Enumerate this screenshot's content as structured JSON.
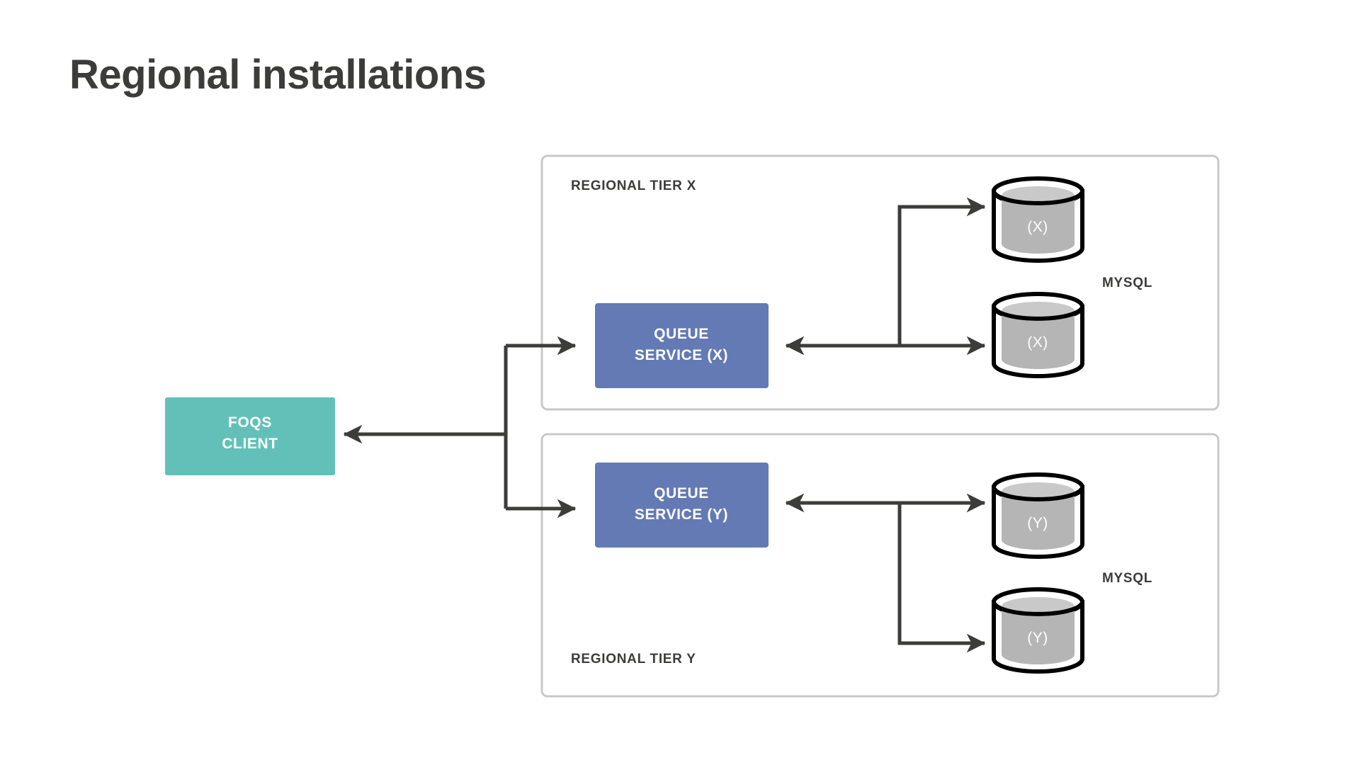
{
  "page": {
    "title": "Regional installations",
    "background_color": "#ffffff",
    "text_color": "#3c3c3b"
  },
  "colors": {
    "client_box": "#63c0b8",
    "service_box": "#647ab5",
    "frame_border": "#c8c8c8",
    "connector": "#3c3c3b",
    "database_body": "#b5b5b5",
    "database_outline": "#000000",
    "box_text": "#ffffff"
  },
  "client": {
    "name": "foqs-client",
    "line1": "FOQS",
    "line2": "CLIENT"
  },
  "tiers": [
    {
      "id": "x",
      "label": "REGIONAL TIER X",
      "label_position": "top-left",
      "service": {
        "line1": "QUEUE",
        "line2": "SERVICE (X)"
      },
      "storage_label": "MYSQL",
      "databases": [
        {
          "label": "(X)",
          "position": "top"
        },
        {
          "label": "(X)",
          "position": "bottom"
        }
      ]
    },
    {
      "id": "y",
      "label": "REGIONAL TIER Y",
      "label_position": "bottom-left",
      "service": {
        "line1": "QUEUE",
        "line2": "SERVICE (Y)"
      },
      "storage_label": "MYSQL",
      "databases": [
        {
          "label": "(Y)",
          "position": "top"
        },
        {
          "label": "(Y)",
          "position": "bottom"
        }
      ]
    }
  ],
  "connections": {
    "client_to_tiers": "bidirectional-branch",
    "service_to_databases": "bidirectional-branch"
  }
}
